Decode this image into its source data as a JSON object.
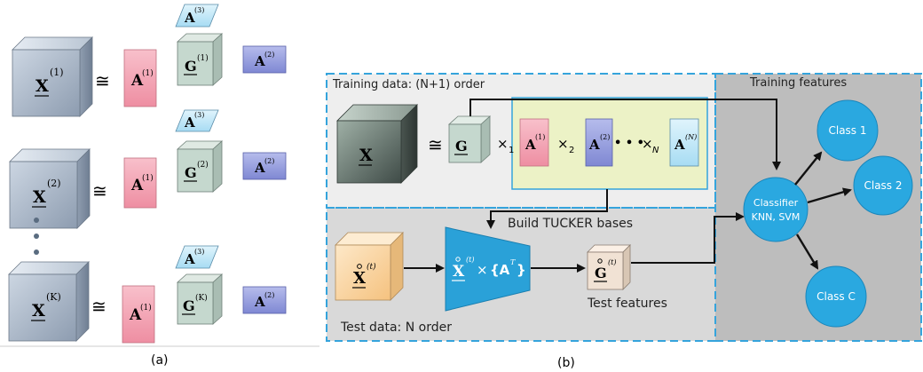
{
  "panel_a": {
    "caption": "(a)",
    "rows": [
      {
        "x_label": "X",
        "x_sup": "(1)",
        "approx": "≅",
        "a1_label": "A",
        "a1_sup": "(1)",
        "a3_label": "A",
        "a3_sup": "(3)",
        "g_label": "G",
        "g_sup": "(1)",
        "a2_label": "A",
        "a2_sup": "(2)"
      },
      {
        "x_label": "X",
        "x_sup": "(2)",
        "approx": "≅",
        "a1_label": "A",
        "a1_sup": "(1)",
        "a3_label": "A",
        "a3_sup": "(3)",
        "g_label": "G",
        "g_sup": "(2)",
        "a2_label": "A",
        "a2_sup": "(2)"
      },
      {
        "x_label": "X",
        "x_sup": "(K)",
        "approx": "≅",
        "a1_label": "A",
        "a1_sup": "(1)",
        "a3_label": "A",
        "a3_sup": "(3)",
        "g_label": "G",
        "g_sup": "(K)",
        "a2_label": "A",
        "a2_sup": "(2)"
      }
    ]
  },
  "panel_b": {
    "caption": "(b)",
    "training_data_label": "Training data: (N+1) order",
    "training_features_label": "Training features",
    "build_bases_label": "Build TUCKER bases",
    "test_data_label": "Test data: N order",
    "test_features_label": "Test features",
    "x_label": "X",
    "approx": "≅",
    "g_label": "G",
    "mode1": "×",
    "mode1_sub": "1",
    "a1_label": "A",
    "a1_sup": "(1)",
    "mode2": "×",
    "mode2_sub": "2",
    "a2_label": "A",
    "a2_sup": "(2)",
    "dots": "• • •",
    "modeN": "×",
    "modeN_sub": "N",
    "aN_label": "A",
    "aN_sup": "(N)",
    "xt_label": "X",
    "xt_sup": "(t)",
    "proj_label_x": "X",
    "proj_sup_t": "(t)",
    "proj_times": "×",
    "proj_set": "{A",
    "proj_set_sup": "T",
    "proj_set_close": "}",
    "gt_label": "G",
    "gt_sup": "(t)",
    "classifier_line1": "Classifier",
    "classifier_line2": "KNN, SVM",
    "class1": "Class 1",
    "class2": "Class 2",
    "classC": "Class C"
  },
  "colors": {
    "tensor_blue": "#a7b5c6",
    "factor_red": "#f5a9b8",
    "factor_purple": "#9ba3e0",
    "factor_lightblue": "#bfe6f7",
    "core_green": "#c9dcd2",
    "test_orange": "#fbd8a6",
    "projector_blue": "#2aa1d8",
    "class_circle": "#2aa8e0",
    "dashed_border": "#35a4dc",
    "bg_top": "#eeeeee",
    "bg_bottom": "#d8d8d8",
    "bg_features": "#bdbdbd",
    "yellow_box": "#ecf2c6"
  }
}
